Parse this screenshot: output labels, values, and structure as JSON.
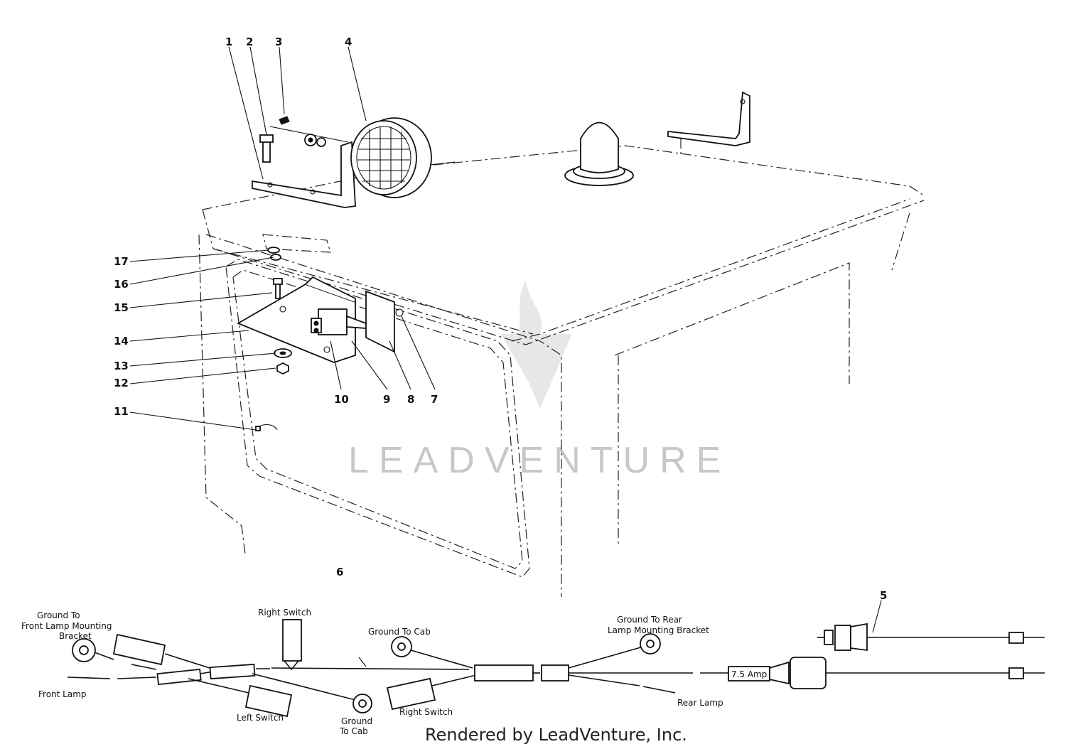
{
  "callouts": [
    "1",
    "2",
    "3",
    "4",
    "5",
    "6",
    "7",
    "8",
    "9",
    "10",
    "11",
    "12",
    "13",
    "14",
    "15",
    "16",
    "17"
  ],
  "harness_labels": {
    "ground_front_bracket": [
      "Ground To",
      "Front Lamp Mounting",
      "Bracket"
    ],
    "front_lamp": "Front Lamp",
    "left_switch": "Left Switch",
    "right_switch_top": "Right Switch",
    "ground_to_cab_lower": [
      "Ground",
      "To Cab"
    ],
    "ground_to_cab_mid": "Ground To Cab",
    "right_switch_bottom": "Right Switch",
    "ground_rear_bracket": [
      "Ground To Rear",
      "Lamp Mounting Bracket"
    ],
    "rear_lamp": "Rear Lamp",
    "fuse": "7.5 Amp"
  },
  "watermark": "LEADVENTURE",
  "footer": "Rendered by LeadVenture, Inc.",
  "colors": {
    "ink": "#111111",
    "watermark": "#c8c8c8",
    "background": "#ffffff"
  }
}
